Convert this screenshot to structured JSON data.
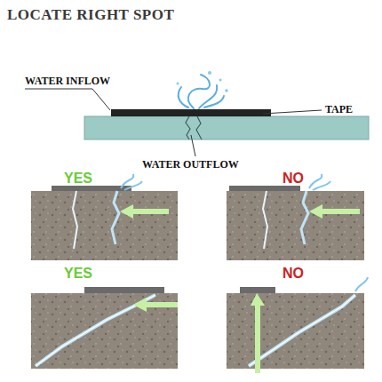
{
  "diagram": {
    "title": "LOCATE RIGHT SPOT",
    "labels": [
      "WATER INFLOW",
      "TAPE",
      "WATER OUTFLOW",
      "YES",
      "NO",
      "YES",
      "NO"
    ]
  }
}
